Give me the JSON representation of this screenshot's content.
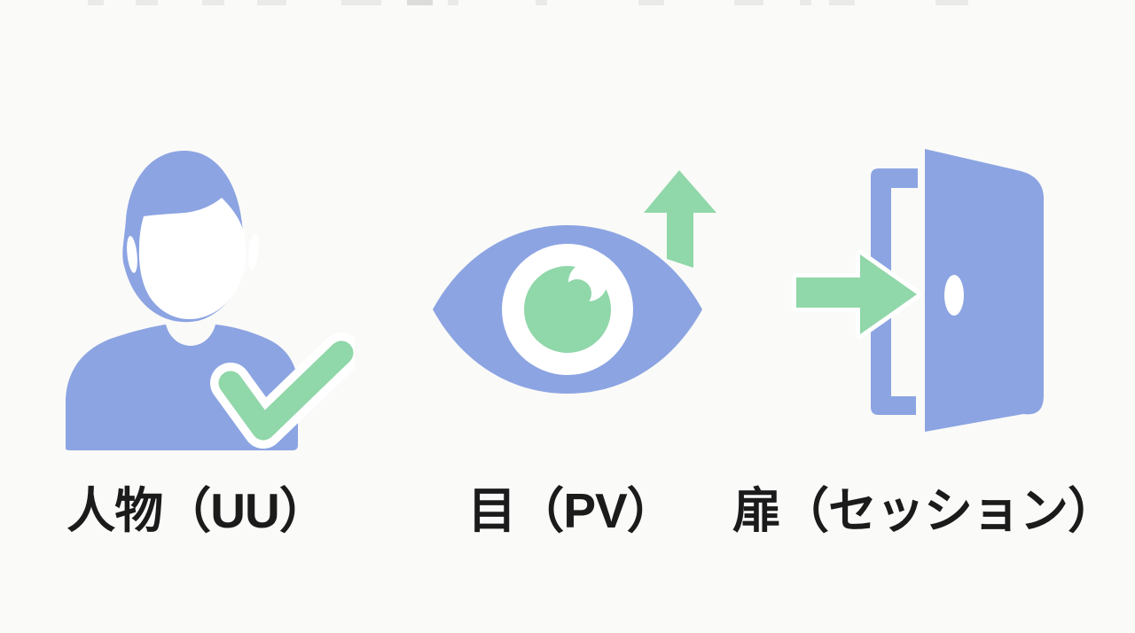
{
  "background": "#FAFAF8",
  "colors": {
    "blue": "#8CA4E2",
    "green": "#90D7A9",
    "white": "#FFFFFF",
    "label_text": "#1B1B1B"
  },
  "items": [
    {
      "id": "uu",
      "label": "人物（UU）",
      "icon": "person-with-checkmark-icon"
    },
    {
      "id": "pv",
      "label": "目（PV）",
      "icon": "eye-with-up-arrow-icon"
    },
    {
      "id": "session",
      "label": "扉（セッション）",
      "icon": "door-with-entry-arrow-icon"
    }
  ]
}
